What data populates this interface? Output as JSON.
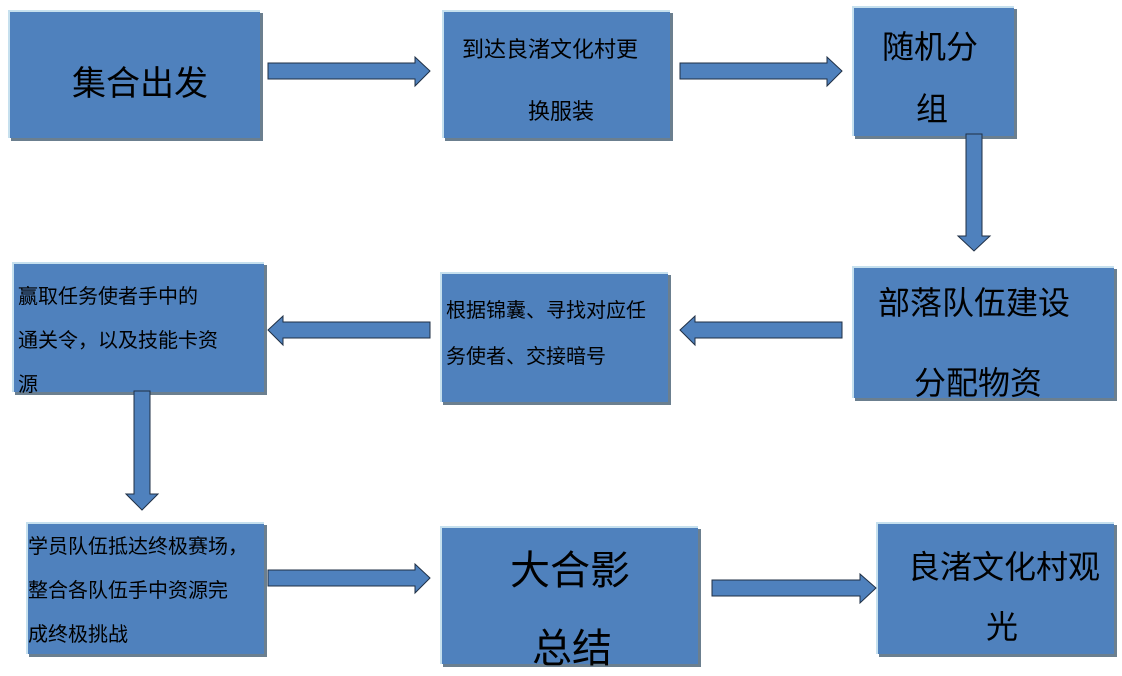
{
  "steps": [
    {
      "lines": [
        "集合出发"
      ]
    },
    {
      "lines": [
        "到达良渚文化村更",
        "换服装"
      ]
    },
    {
      "lines": [
        "随机分",
        "组"
      ]
    },
    {
      "lines": [
        "部落队伍建设",
        "分配物资"
      ]
    },
    {
      "lines": [
        "根据锦囊、寻找对应任",
        "务使者、交接暗号"
      ]
    },
    {
      "lines": [
        "赢取任务使者手中的",
        "通关令，以及技能卡资",
        "源"
      ]
    },
    {
      "lines": [
        "学员队伍抵达终极赛场，",
        "整合各队伍手中资源完",
        "成终极挑战"
      ]
    },
    {
      "lines": [
        "大合影",
        "总结"
      ]
    },
    {
      "lines": [
        "良渚文化村观",
        "光"
      ]
    }
  ],
  "colors": {
    "box": "#4f81bd",
    "arrow": "#4f81bd"
  }
}
